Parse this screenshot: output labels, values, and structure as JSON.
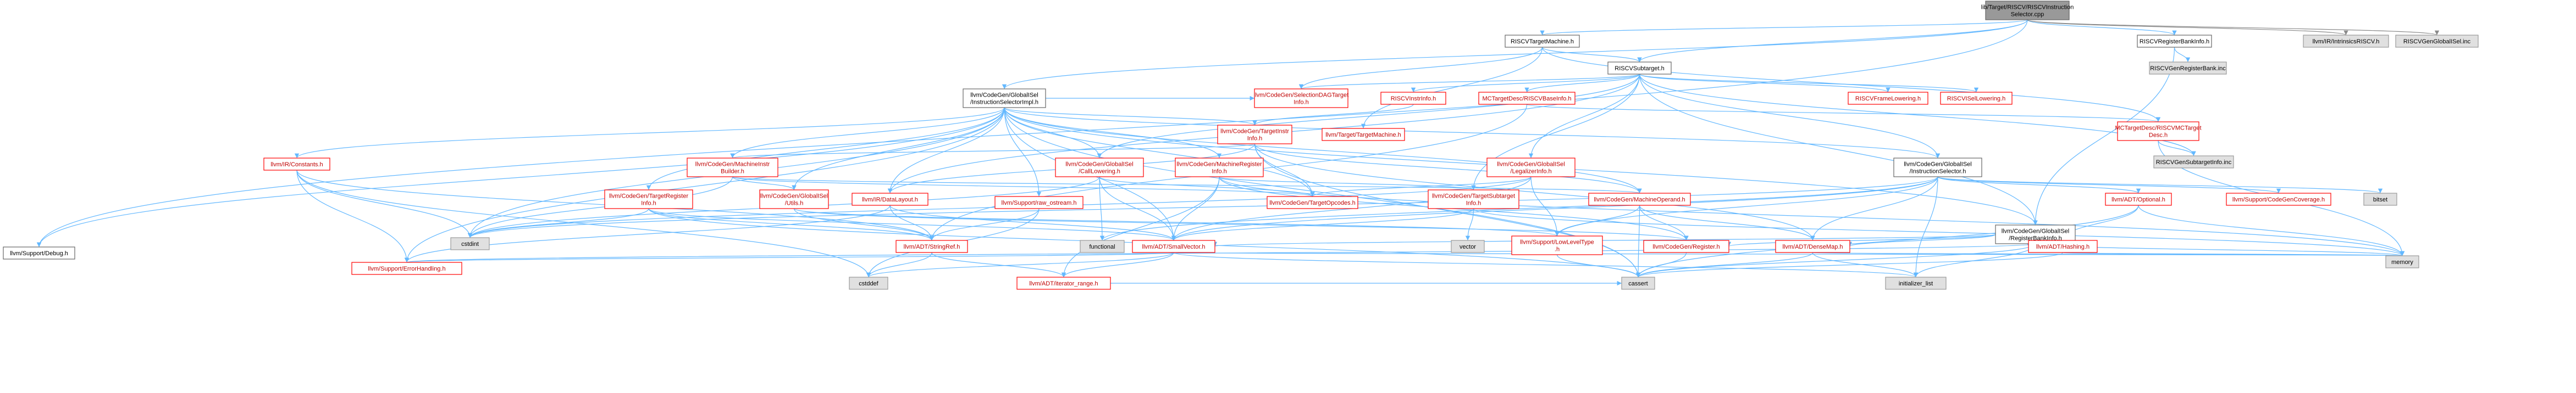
{
  "diagram": {
    "colors": {
      "root_fill": "#999999",
      "root_text": "#000000",
      "linked_fill": "#ffffff",
      "linked_border": "#ff0000",
      "linked_text": "#c00000",
      "plain_fill": "#ffffff",
      "plain_border": "#666666",
      "plain_text": "#000000",
      "ext_fill": "#e0e0e0",
      "ext_border": "#999999",
      "edge": "#63b8ff"
    },
    "nodes": {
      "root": [
        "lib/Target/RISCV/RISCVInstruction",
        "Selector.cpp"
      ],
      "targetmachine": [
        "RISCVTargetMachine.h"
      ],
      "registerbankinfo": [
        "RISCVRegisterBankInfo.h"
      ],
      "intrinsics": [
        "llvm/IR/IntrinsicsRISCV.h"
      ],
      "genglobalisel": [
        "RISCVGenGlobalISel.inc"
      ],
      "genregisterbank": [
        "RISCVGenRegisterBank.inc"
      ],
      "subtarget": [
        "RISCVSubtarget.h"
      ],
      "isimpl": [
        "llvm/CodeGen/GlobalISel",
        "/InstructionSelectorImpl.h"
      ],
      "seldag": [
        "llvm/CodeGen/SelectionDAGTarget",
        "Info.h"
      ],
      "instrinfo": [
        "RISCVInstrInfo.h"
      ],
      "basicinfo": [
        "MCTargetDesc/RISCVBaseInfo.h"
      ],
      "framelowering": [
        "RISCVFrameLowering.h"
      ],
      "isellowering": [
        "RISCVISelLowering.h"
      ],
      "mctargetdesc": [
        "MCTargetDesc/RISCVMCTarget",
        "Desc.h"
      ],
      "targetinstr": [
        "llvm/CodeGen/TargetInstr",
        "Info.h"
      ],
      "targetmach": [
        "llvm/Target/TargetMachine.h"
      ],
      "gensubtarget": [
        "RISCVGenSubtargetInfo.inc"
      ],
      "constants": [
        "llvm/IR/Constants.h"
      ],
      "machinstr": [
        "llvm/CodeGen/MachineInstr",
        "Builder.h"
      ],
      "calllowering": [
        "llvm/CodeGen/GlobalISel",
        "/CallLowering.h"
      ],
      "machreg": [
        "llvm/CodeGen/MachineRegister",
        "Info.h"
      ],
      "legalizer": [
        "llvm/CodeGen/GlobalISel",
        "/LegalizerInfo.h"
      ],
      "instsel": [
        "llvm/CodeGen/GlobalISel",
        "/InstructionSelector.h"
      ],
      "targetreg": [
        "llvm/CodeGen/TargetRegister",
        "Info.h"
      ],
      "giutils": [
        "llvm/CodeGen/GlobalISel",
        "/Utils.h"
      ],
      "datalayout": [
        "llvm/IR/DataLayout.h"
      ],
      "rawostream": [
        "llvm/Support/raw_ostream.h"
      ],
      "targetopcodes": [
        "llvm/CodeGen/TargetOpcodes.h"
      ],
      "targetsub": [
        "llvm/CodeGen/TargetSubtarget",
        "Info.h"
      ],
      "machoperand": [
        "llvm/CodeGen/MachineOperand.h"
      ],
      "optional": [
        "llvm/ADT/Optional.h"
      ],
      "coverage": [
        "llvm/Support/CodeGenCoverage.h"
      ],
      "bitset": [
        "bitset"
      ],
      "regbankinfo": [
        "llvm/CodeGen/GlobalISel",
        "/RegisterBankInfo.h"
      ],
      "debug": [
        "llvm/Support/Debug.h"
      ],
      "cstdint": [
        "cstdint"
      ],
      "stringref": [
        "llvm/ADT/StringRef.h"
      ],
      "functional": [
        "functional"
      ],
      "smallvector": [
        "llvm/ADT/SmallVector.h"
      ],
      "vector": [
        "vector"
      ],
      "lowleveltype": [
        "llvm/Support/LowLevelType",
        ".h"
      ],
      "register": [
        "llvm/CodeGen/Register.h"
      ],
      "densemap": [
        "llvm/ADT/DenseMap.h"
      ],
      "hashing": [
        "llvm/ADT/Hashing.h"
      ],
      "memory": [
        "memory"
      ],
      "errorhandling": [
        "llvm/Support/ErrorHandling.h"
      ],
      "cstddef": [
        "cstddef"
      ],
      "iteratorrange": [
        "llvm/ADT/iterator_range.h"
      ],
      "cassert": [
        "cassert"
      ],
      "initlist": [
        "initializer_list"
      ]
    }
  }
}
